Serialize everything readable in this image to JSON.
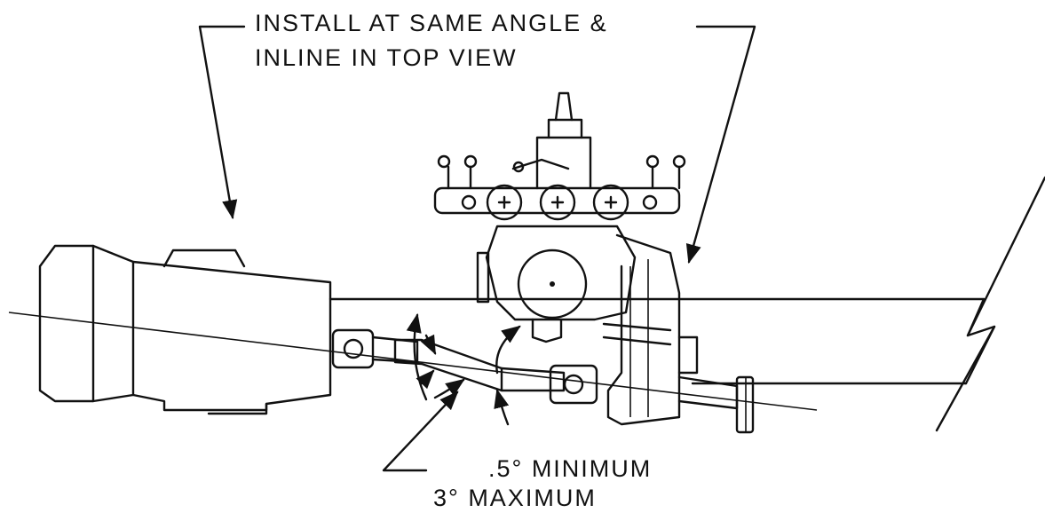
{
  "notes": {
    "install_line1": "INSTALL AT SAME ANGLE &",
    "install_line2": "INLINE IN TOP VIEW",
    "minimum": ".5° MINIMUM",
    "maximum": "3° MAXIMUM"
  }
}
